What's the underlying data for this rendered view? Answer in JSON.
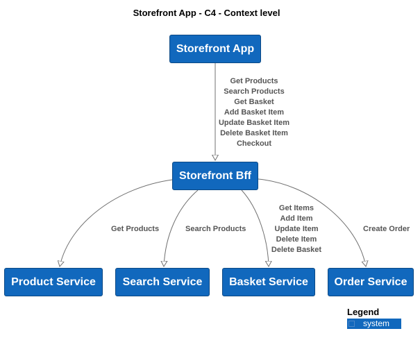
{
  "diagram": {
    "title": "Storefront App - C4 - Context level",
    "nodes": {
      "app": "Storefront App",
      "bff": "Storefront Bff",
      "product": "Product Service",
      "search": "Search Service",
      "basket": "Basket Service",
      "order": "Order Service"
    },
    "edges": {
      "app_to_bff": [
        "Get Products",
        "Search Products",
        "Get Basket",
        "Add Basket Item",
        "Update Basket Item",
        "Delete Basket Item",
        "Checkout"
      ],
      "bff_to_product": "Get Products",
      "bff_to_search": "Search Products",
      "bff_to_basket": [
        "Get Items",
        "Add Item",
        "Update Item",
        "Delete Item",
        "Delete Basket"
      ],
      "bff_to_order": "Create Order"
    },
    "colors": {
      "system_fill": "#1168bd",
      "system_border": "#0b4884",
      "edge_line": "#707070",
      "edge_label": "#555555"
    }
  },
  "legend": {
    "title": "Legend",
    "items": [
      {
        "label": "system"
      }
    ]
  }
}
